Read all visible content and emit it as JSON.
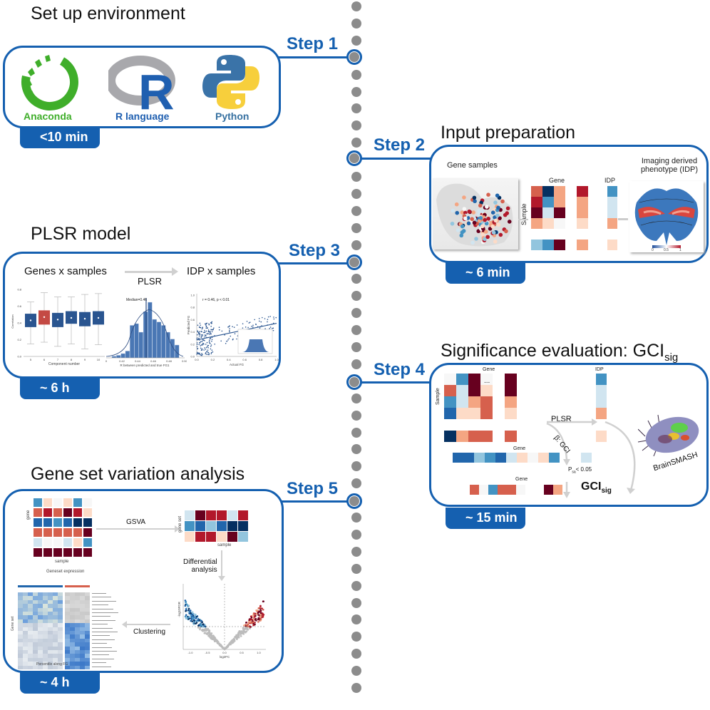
{
  "steps": [
    {
      "label": "Step 1",
      "title": "Set up environment",
      "duration": "<10 min"
    },
    {
      "label": "Step 2",
      "title": "Input preparation",
      "duration": "~ 6 min"
    },
    {
      "label": "Step 3",
      "title": "PLSR model",
      "duration": "~ 6 h"
    },
    {
      "label": "Step 4",
      "title": "Significance evaluation: GCI",
      "title_sub": "sig",
      "duration": "~ 15 min"
    },
    {
      "label": "Step 5",
      "title": "Gene set variation analysis",
      "duration": "~ 4 h"
    }
  ],
  "step1": {
    "tools": [
      {
        "name": "Anaconda",
        "icon": "anaconda-logo-icon",
        "color": "#3fae2a"
      },
      {
        "name": "R language",
        "icon": "r-logo-icon",
        "color": "#1f5fb0"
      },
      {
        "name": "Python",
        "icon": "python-logo-icon",
        "color": "#3670a0"
      }
    ]
  },
  "step2": {
    "gene_samples_label": "Gene samples",
    "gene_label": "Gene",
    "sample_label": "Sample",
    "idp_label": "IDP",
    "idp_title_line1": "Imaging derived",
    "idp_title_line2": "phenotype (IDP)",
    "ellipsis": "...",
    "colorbar_ticks": [
      "0",
      "0.5",
      "1"
    ]
  },
  "step3": {
    "left_label": "Genes x samples",
    "arrow_label": "PLSR",
    "right_label": "IDP x samples",
    "boxplot": {
      "xlabel": "Component number",
      "ylabel": "Correlation",
      "categories": [
        "5",
        "6",
        "7",
        "8",
        "9",
        "10"
      ],
      "yticks": [
        "0.0",
        "0.2",
        "0.4",
        "0.6",
        "0.8"
      ],
      "medians": [
        0.43,
        0.47,
        0.44,
        0.46,
        0.45,
        0.46
      ],
      "q1": [
        0.35,
        0.38,
        0.35,
        0.39,
        0.36,
        0.38
      ],
      "q3": [
        0.51,
        0.55,
        0.52,
        0.54,
        0.53,
        0.54
      ],
      "min": [
        0.15,
        0.17,
        0.12,
        0.15,
        0.09,
        0.14
      ],
      "max": [
        0.65,
        0.76,
        0.71,
        0.71,
        0.74,
        0.75
      ],
      "highlight_index": 1
    },
    "histogram": {
      "annotation": "Median=0.46",
      "xlabel": "R between predicted and true FG1",
      "xticks": [
        "0",
        "0.42",
        "0.44",
        "0.46",
        "0.48",
        "0.50"
      ]
    },
    "scatter": {
      "annotation": "r = 0.46, p < 0.01",
      "xlabel": "Actual FG",
      "ylabel": "Predicted FG",
      "xticks": [
        "0.0",
        "0.2",
        "0.4",
        "0.6",
        "0.8",
        "1.0"
      ],
      "yticks": [
        "0.0",
        "0.2",
        "0.4",
        "0.6",
        "0.8",
        "1.0"
      ]
    }
  },
  "step4": {
    "gene_label": "Gene",
    "sample_label": "Sample",
    "idp_label": "IDP",
    "plsr_label": "PLSR",
    "beta_label": "β: GCI",
    "p_label": "P",
    "p_sub": "sa",
    "p_value": "< 0.05",
    "gci_label": "GCI",
    "gci_sub": "sig",
    "brainsmash_label": "BrainSMASH",
    "ellipsis": "..."
  },
  "step5": {
    "gsva_label": "GSVA",
    "gene_label": "gene",
    "sample_label": "sample",
    "gene_set_label": "gene set",
    "differential_line1": "Differential",
    "differential_line2": "analysis",
    "clustering_label": "Clustering",
    "geneset_expression_title": "Geneset expression",
    "heatmap_ylabel": "Gene set",
    "heatmap_xlabel": "Percentile along FG",
    "volcano_xlabel": "log2FC",
    "volcano_ylabel": "-log10FDR",
    "volcano_xticks": [
      "-1.0",
      "-0.5",
      "0.0",
      "0.5",
      "1.0"
    ]
  },
  "colors": {
    "accent": "#1560b0",
    "timeline_dot": "#8c8c8c",
    "arrow": "#d0d0d0"
  }
}
